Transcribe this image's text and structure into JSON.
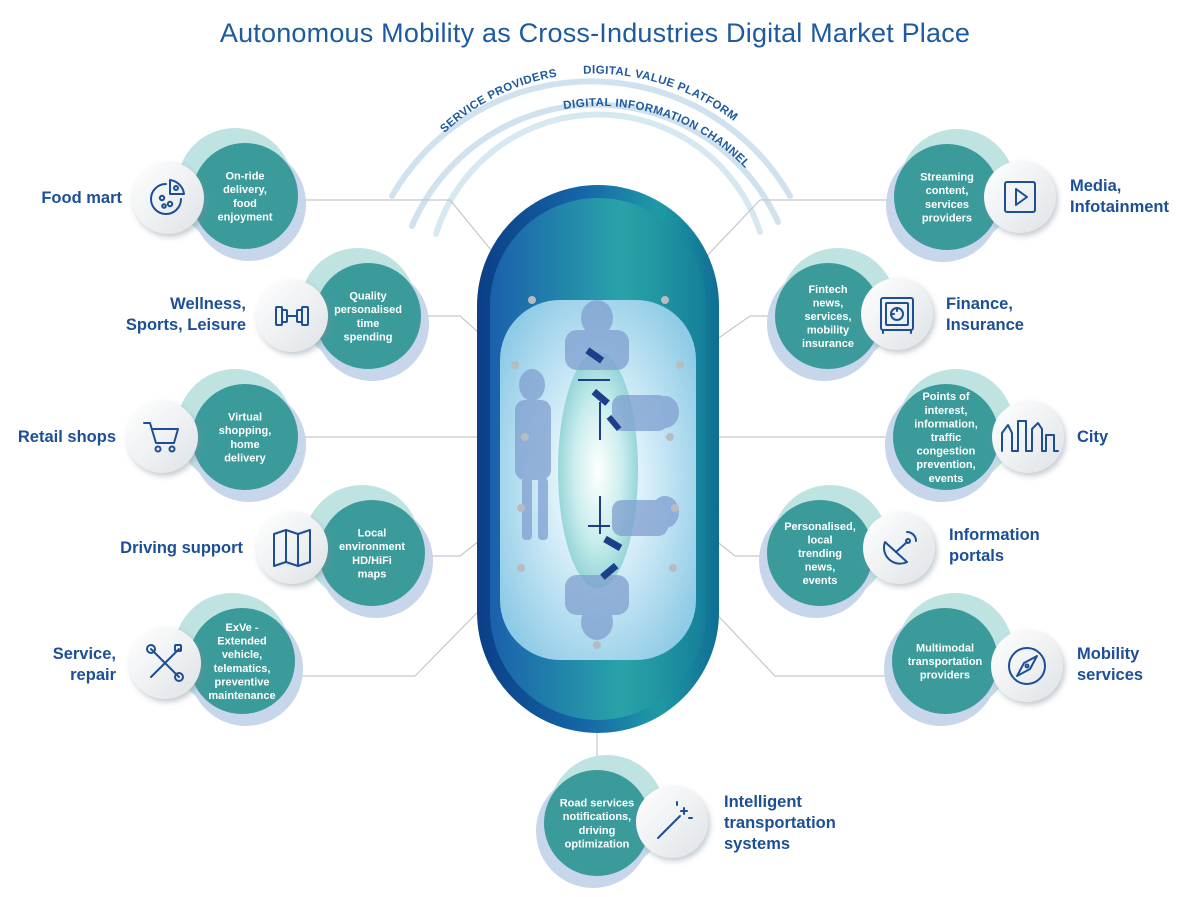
{
  "title": "Autonomous Mobility as Cross-Industries Digital Market Place",
  "arcs": {
    "service_providers": "SERVICE PROVIDERS",
    "digital_value_platforms": "DIGITAL VALUE PLATFORMS",
    "digital_information_channels": "DIGITAL INFORMATION CHANNELS"
  },
  "colors": {
    "title": "#1d5aa0",
    "teal": "#3b9b9b",
    "teal_halo": "#bfe3e1",
    "blue_halo": "#c7d6ea",
    "car_dark": "#0b4d8f",
    "car_teal": "#27a9a5"
  },
  "left_services": [
    {
      "label": "Food mart",
      "icon": "pizza-icon",
      "lines": [
        "On-ride",
        "delivery,",
        "food",
        "enjoyment"
      ]
    },
    {
      "label": "Wellness,\nSports, Leisure",
      "icon": "dumbbell-icon",
      "lines": [
        "Quality",
        "personalised",
        "time",
        "spending"
      ]
    },
    {
      "label": "Retail shops",
      "icon": "shopping-cart-icon",
      "lines": [
        "Virtual",
        "shopping,",
        "home",
        "delivery"
      ]
    },
    {
      "label": "Driving support",
      "icon": "map-icon",
      "lines": [
        "Local",
        "environment",
        "HD/HiFi",
        "maps"
      ]
    },
    {
      "label": "Service,\nrepair",
      "icon": "tools-icon",
      "lines": [
        "ExVe -",
        "Extended",
        "vehicle,",
        "telematics,",
        "preventive",
        "maintenance"
      ]
    }
  ],
  "right_services": [
    {
      "label": "Media,\nInfotainment",
      "icon": "play-icon",
      "lines": [
        "Streaming",
        "content,",
        "services",
        "providers"
      ]
    },
    {
      "label": "Finance,\nInsurance",
      "icon": "safe-icon",
      "lines": [
        "Fintech",
        "news,",
        "services,",
        "mobility",
        "insurance"
      ]
    },
    {
      "label": "City",
      "icon": "city-skyline-icon",
      "lines": [
        "Points of",
        "interest,",
        "information,",
        "traffic",
        "congestion",
        "prevention,",
        "events"
      ]
    },
    {
      "label": "Information\nportals",
      "icon": "satellite-dish-icon",
      "lines": [
        "Personalised,",
        "local",
        "trending",
        "news,",
        "events"
      ]
    },
    {
      "label": "Mobility\nservices",
      "icon": "compass-icon",
      "lines": [
        "Multimodal",
        "transportation",
        "providers"
      ]
    }
  ],
  "bottom_service": {
    "label": "Intelligent\ntransportation\nsystems",
    "icon": "magic-wand-icon",
    "lines": [
      "Road services",
      "notifications,",
      "driving",
      "optimization"
    ]
  }
}
